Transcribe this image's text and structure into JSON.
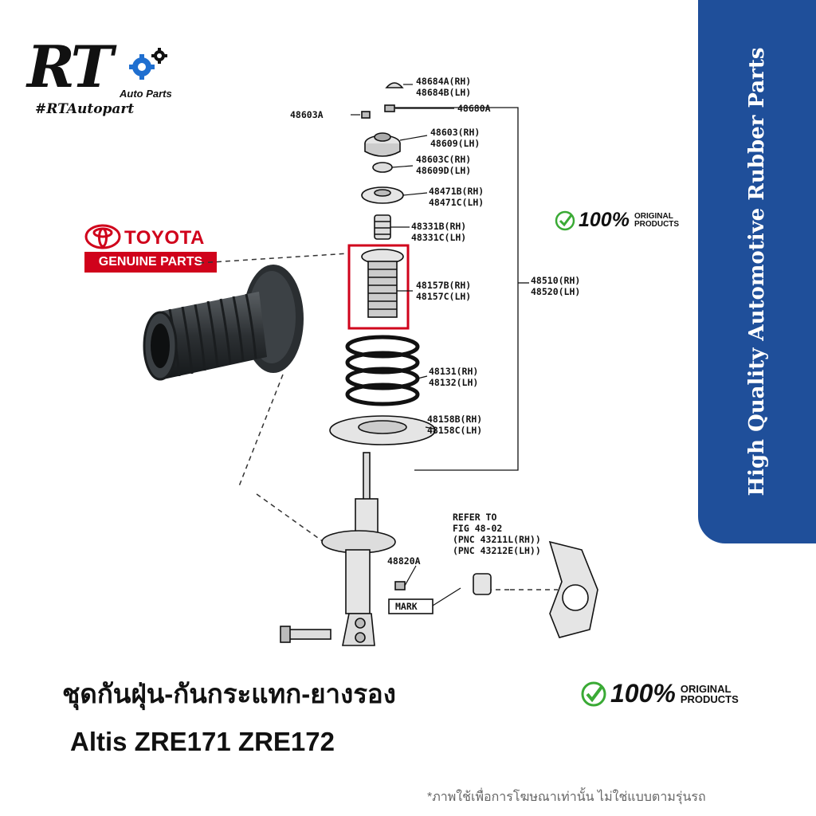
{
  "brand": {
    "logo_text": "RT",
    "logo_subtext": "Auto Parts",
    "hashtag": "#RTAutopart"
  },
  "toyota": {
    "wordmark": "TOYOTA",
    "genuine_label": "GENUINE PARTS"
  },
  "banner": {
    "text": "High Quality Automotive Rubber Parts",
    "color": "#1f4f9a"
  },
  "badges": [
    {
      "percent": "100%",
      "line1": "ORIGINAL",
      "line2": "PRODUCTS"
    },
    {
      "percent": "100%",
      "line1": "ORIGINAL",
      "line2": "PRODUCTS"
    }
  ],
  "diagram": {
    "labels": {
      "p48684": [
        "48684A(RH)",
        "48684B(LH)"
      ],
      "p48680": "48680A",
      "p48603a": "48603A",
      "p48603": [
        "48603(RH)",
        "48609(LH)"
      ],
      "p48603c": [
        "48603C(RH)",
        "48609D(LH)"
      ],
      "p48471": [
        "48471B(RH)",
        "48471C(LH)"
      ],
      "p48331": [
        "48331B(RH)",
        "48331C(LH)"
      ],
      "p48157": [
        "48157B(RH)",
        "48157C(LH)"
      ],
      "p48510": [
        "48510(RH)",
        "48520(LH)"
      ],
      "p48131": [
        "48131(RH)",
        "48132(LH)"
      ],
      "p48158": [
        "48158B(RH)",
        "48158C(LH)"
      ],
      "p48820": "48820A",
      "refer": [
        "REFER TO",
        "FIG 48-02",
        "(PNC 43211L(RH))",
        "(PNC 43212E(LH))"
      ],
      "mark": "MARK"
    },
    "highlight_color": "#d0021b"
  },
  "product": {
    "title_th": "ชุดกันฝุ่น-กันกระแทก-ยางรอง",
    "title_en": "Altis ZRE171 ZRE172"
  },
  "disclaimer": "*ภาพใช้เพื่อการโฆษณาเท่านั้น ไม่ใช่แบบตามรุ่นรถ"
}
